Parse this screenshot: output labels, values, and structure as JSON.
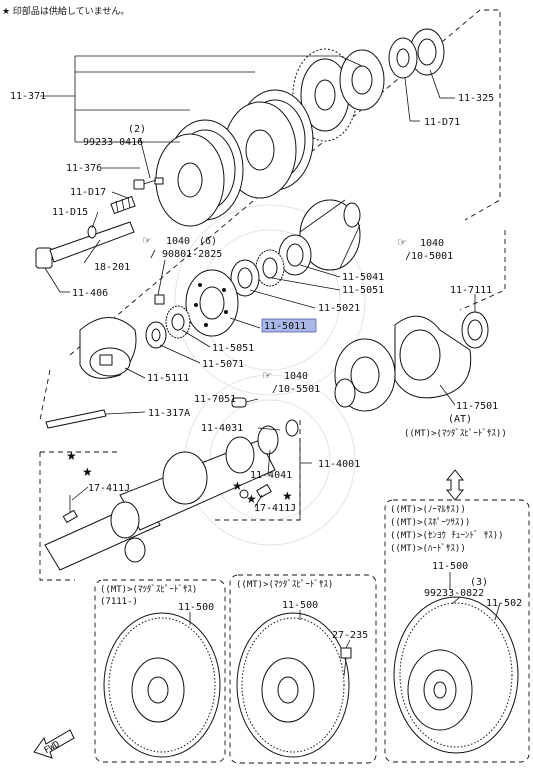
{
  "note": "★ 印部品は供給していません。",
  "labels": {
    "p11_371": "11-371",
    "p99233_0416": "99233-0416",
    "qty2": "(2)",
    "p11_376": "11-376",
    "p11_d17": "11-D17",
    "p11_d15": "11-D15",
    "p18_201": "18-201",
    "p11_406": "11-406",
    "p11_325": "11-325",
    "p11_d71": "11-D71",
    "ref1040_left": "1040",
    "qty6": "(6)",
    "p90801": "/ 90801-2825",
    "ref1040_right": "1040",
    "p10_5001": "/10-5001",
    "p11_5041": "11-5041",
    "p11_5051_a": "11-5051",
    "p11_5021": "11-5021",
    "p11_5011": "11-5011",
    "p11_5051_b": "11-5051",
    "p11_5071": "11-5071",
    "p11_5111": "11-5111",
    "p11_7111": "11-7111",
    "ref1040_mid": "1040",
    "p10_5501": "/10-5501",
    "p11_7051": "11-7051",
    "p11_317a": "11-317A",
    "p11_4031": "11-4031",
    "p11_4001": "11-4001",
    "p11_4041": "11-4041",
    "p11_7501": "11-7501",
    "at": "(AT)",
    "mt_mazdaspeed": "((MT)>(ﾏﾂﾀﾞｽﾋﾟｰﾄﾞｻｽ))",
    "p17_411j_a": "17-411J",
    "p17_411j_b": "17-411J"
  },
  "variants_box": {
    "lines": [
      "((MT)>(ﾉｰﾏﾙｻｽ))",
      "((MT)>(ｽﾎﾟｰﾂｻｽ))",
      "((MT)>(ｾﾝﾖｳ ﾁｭｰﾝﾄﾞ ｻｽ))",
      "((MT)>(ﾊｰﾄﾞｻｽ))"
    ],
    "p11_500": "11-500",
    "qty3": "(3)",
    "p99233_0822": "99233-0822",
    "p11_502": "11-502"
  },
  "box_left": {
    "line1": "((MT)>(ﾏﾂﾀﾞｽﾋﾟｰﾄﾞｻｽ)",
    "line2": "(7111-)",
    "p11_500": "11-500"
  },
  "box_mid": {
    "line1": "((MT)>(ﾏﾂﾀﾞｽﾋﾟｰﾄﾞｻｽ)",
    "p11_500": "11-500",
    "p27_235": "27-235"
  },
  "fwd": "FWD"
}
